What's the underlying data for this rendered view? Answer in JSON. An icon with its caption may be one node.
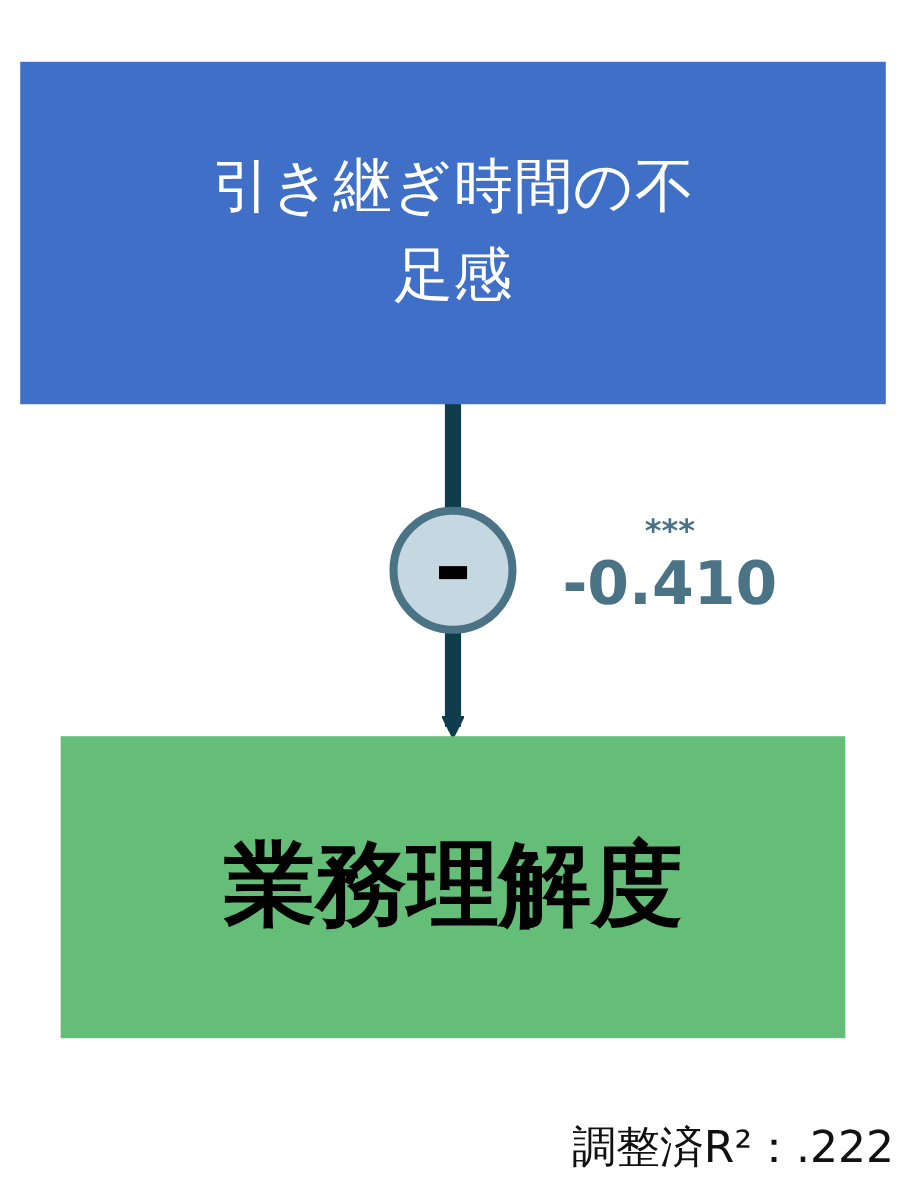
{
  "diagram": {
    "nodes": [
      {
        "text": [
          "引き継ぎ時間の不足感"
        ]
      },
      {
        "text": [
          "-"
        ],
        "beside": [
          "***",
          "-0.410"
        ]
      },
      {
        "text": [
          "業務理解度"
        ]
      }
    ],
    "edges": [
      {
        "from": 0,
        "to": 1,
        "arrow": "none"
      },
      {
        "from": 1,
        "to": 2,
        "arrow": "to"
      }
    ],
    "labels": [
      "調整済R²：.222"
    ]
  }
}
